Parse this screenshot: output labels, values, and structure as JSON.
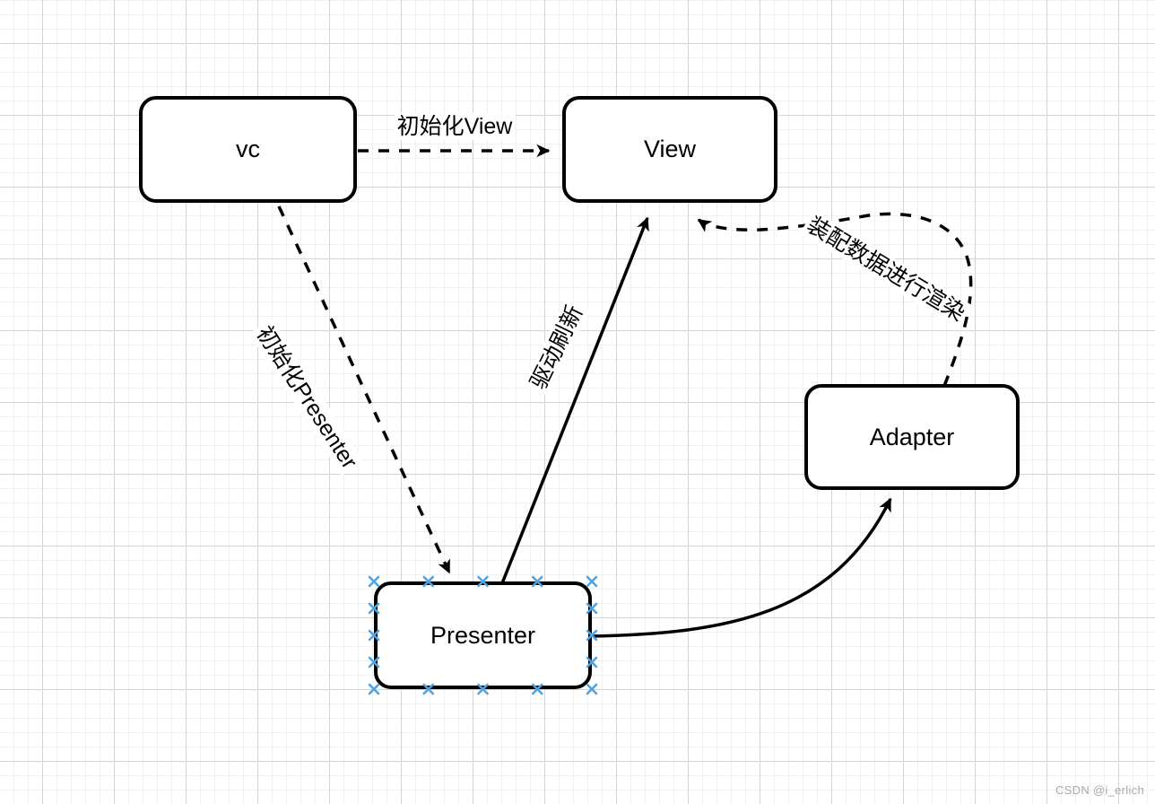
{
  "diagram": {
    "nodes": [
      {
        "id": "vc",
        "label": "vc"
      },
      {
        "id": "view",
        "label": "View"
      },
      {
        "id": "presenter",
        "label": "Presenter"
      },
      {
        "id": "adapter",
        "label": "Adapter"
      }
    ],
    "edges": [
      {
        "id": "vc-view",
        "from": "vc",
        "to": "view",
        "label": "初始化View",
        "style": "dashed"
      },
      {
        "id": "vc-presenter",
        "from": "vc",
        "to": "presenter",
        "label": "初始化Presenter",
        "style": "dashed"
      },
      {
        "id": "presenter-view",
        "from": "presenter",
        "to": "view",
        "label": "驱动刷新",
        "style": "solid"
      },
      {
        "id": "adapter-view",
        "from": "adapter",
        "to": "view",
        "label": "装配数据进行渲染",
        "style": "dashed"
      },
      {
        "id": "presenter-adapter",
        "from": "presenter",
        "to": "adapter",
        "label": "",
        "style": "solid"
      }
    ],
    "selected_node": "presenter"
  },
  "watermark": "CSDN @i_erlich",
  "colors": {
    "stroke": "#000000",
    "node_fill": "#ffffff",
    "connection_point": "#4fa3e3",
    "grid_minor": "#f0f0f0",
    "grid_major": "#d4d4d4",
    "watermark": "#a6a9ac"
  }
}
